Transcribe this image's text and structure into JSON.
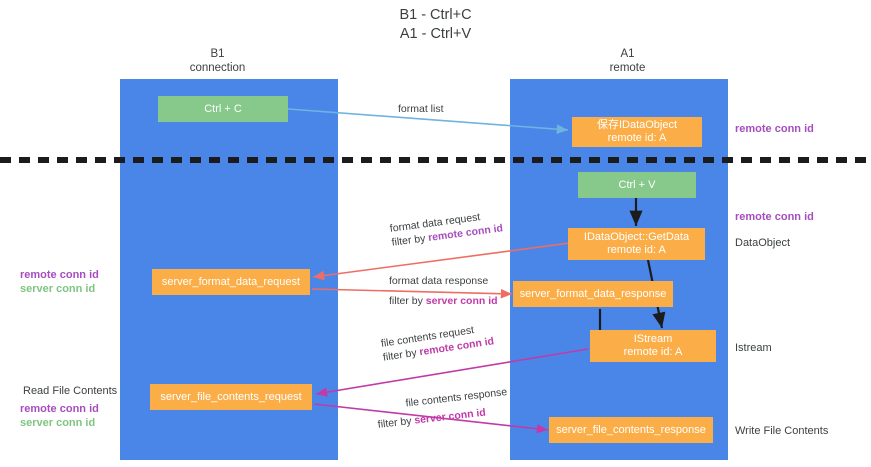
{
  "diagram": {
    "title_line1": "B1 - Ctrl+C",
    "title_line2": "A1 - Ctrl+V",
    "columns": [
      {
        "name": "B1",
        "role": "connection"
      },
      {
        "name": "A1",
        "role": "remote"
      }
    ],
    "colors": {
      "lane": "#4a86e8",
      "green_box": "#86c98a",
      "orange_box": "#fbae48",
      "remote_conn_id": "#a64dbf",
      "server_conn_id": "#7ec582",
      "arrow_format": "#ef6d62",
      "arrow_file": "#c13ba8",
      "arrow_top": "#6fb3e0",
      "arrow_black": "#1c1c1c",
      "divider": "#1c1c1c"
    },
    "boxes": {
      "ctrl_c": "Ctrl + C",
      "ctrl_v": "Ctrl + V",
      "save_idataobject": "保存IDataObject\nremote id: A",
      "idataobject_getdata": "IDataObject::GetData\nremote id: A",
      "istream": "IStream\nremote id: A",
      "server_format_data_request": "server_format_data_request",
      "server_format_data_response": "server_format_data_response",
      "server_file_contents_request": "server_file_contents_request",
      "server_file_contents_response": "server_file_contents_response"
    },
    "right_labels": {
      "remote_conn_id_top": "remote conn id",
      "remote_conn_id_mid": "remote conn id",
      "dataobject": "DataObject",
      "istream": "Istream",
      "write_file_contents": "Write File Contents"
    },
    "left_labels": {
      "format_remote": "remote conn id",
      "format_server": "server conn id",
      "read_file_contents": "Read File Contents",
      "file_remote": "remote conn id",
      "file_server": "server conn id"
    },
    "edge_labels": {
      "format_list": "format list",
      "format_data_request": "format data request",
      "format_data_request_filter_prefix": "filter by ",
      "format_data_request_filter_key": "remote conn id",
      "format_data_response": "format data response",
      "format_data_response_filter_prefix": "filter by ",
      "format_data_response_filter_key": "server conn id",
      "file_contents_request": "file contents request",
      "file_contents_request_filter_prefix": "filter by ",
      "file_contents_request_filter_key": "remote conn id",
      "file_contents_response": "file contents response",
      "file_contents_response_filter_prefix": "filter by ",
      "file_contents_response_filter_key": "server conn id"
    }
  }
}
